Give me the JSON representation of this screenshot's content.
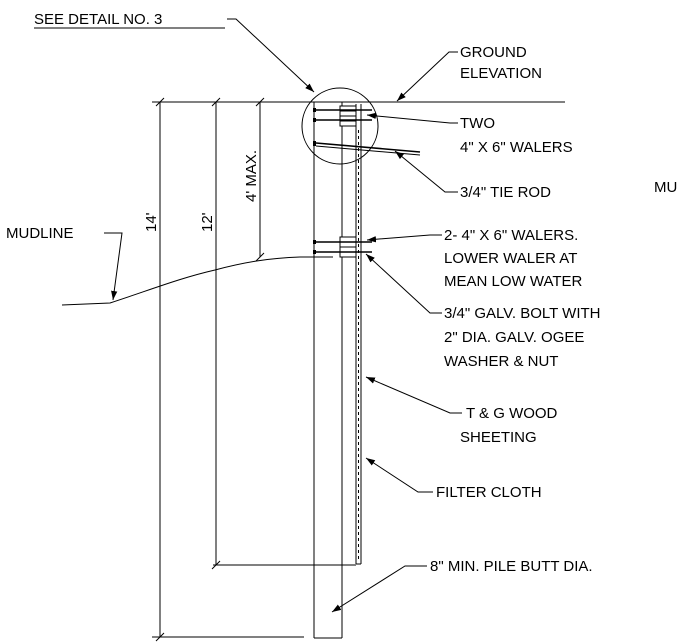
{
  "labels": {
    "detail_ref": "SEE DETAIL NO. 3",
    "ground_1": "GROUND",
    "ground_2": "ELEVATION",
    "walers_top_1": "TWO",
    "walers_top_2": "4\" X 6\" WALERS",
    "tie_rod": "3/4\" TIE ROD",
    "cut_text": "MU",
    "mudline": "MUDLINE",
    "walers_low_1": "2- 4\" X 6\" WALERS.",
    "walers_low_2": "LOWER WALER AT",
    "walers_low_3": "MEAN LOW WATER",
    "bolt_1": "3/4\" GALV. BOLT WITH",
    "bolt_2": "2\" DIA. GALV. OGEE",
    "bolt_3": "WASHER & NUT",
    "sheeting_1": "T & G WOOD",
    "sheeting_2": "SHEETING",
    "filter": "FILTER CLOTH",
    "pile": "8\" MIN. PILE BUTT DIA."
  },
  "dimensions": {
    "overall": "14'",
    "embed": "12'",
    "max": "4' MAX."
  }
}
